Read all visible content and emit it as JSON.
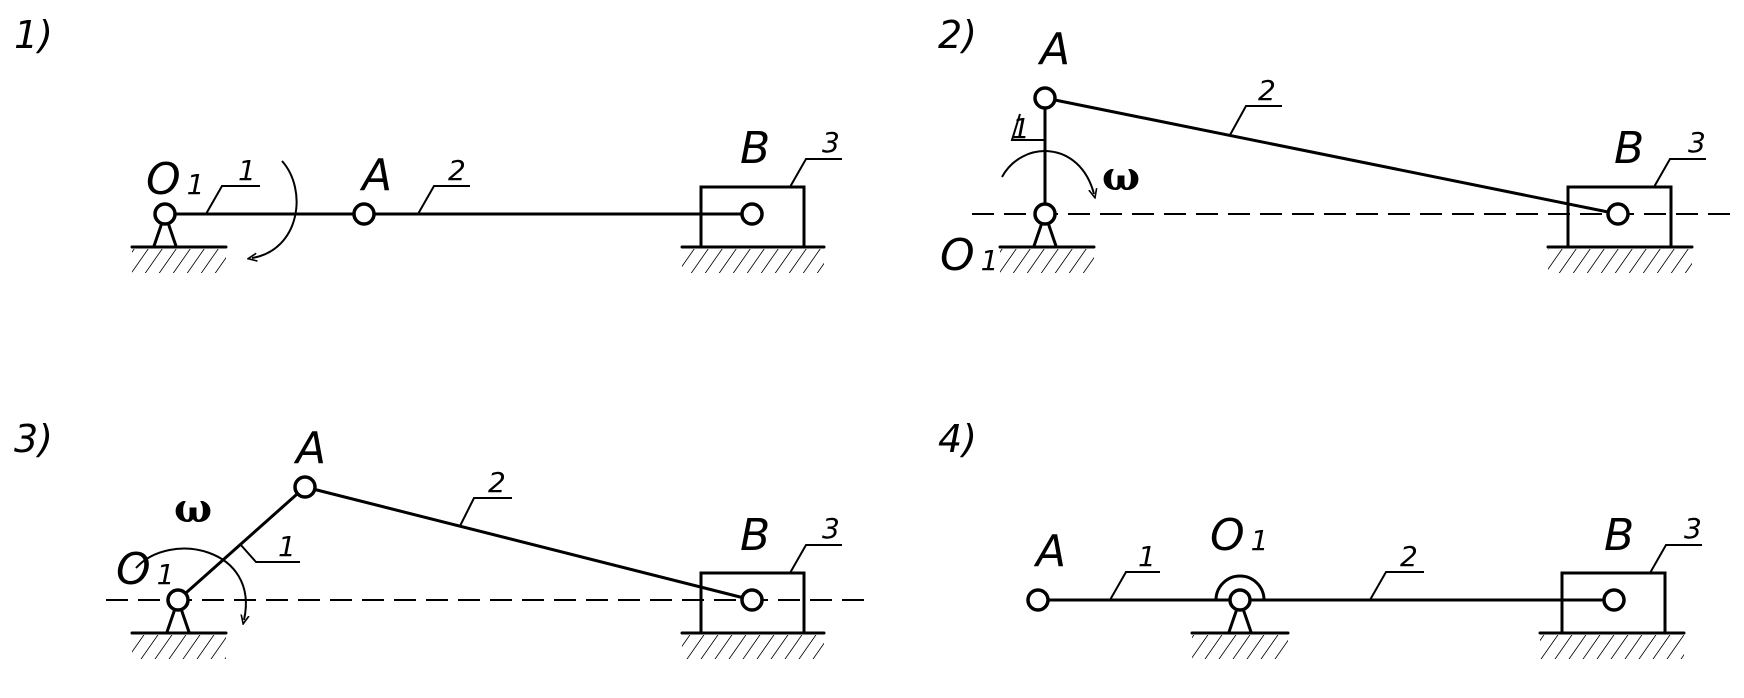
{
  "diagrams": [
    {
      "number": "1)",
      "labels": {
        "o1": "O",
        "o1_sub": "1",
        "a": "A",
        "b": "B",
        "link1": "1",
        "link2": "2",
        "link3": "3"
      }
    },
    {
      "number": "2)",
      "labels": {
        "o1": "O",
        "o1_sub": "1",
        "a": "A",
        "b": "B",
        "link1": "1",
        "link2": "2",
        "link3": "3",
        "omega": "ω"
      }
    },
    {
      "number": "3)",
      "labels": {
        "o1": "O",
        "o1_sub": "1",
        "a": "A",
        "b": "B",
        "link1": "1",
        "link2": "2",
        "link3": "3",
        "omega": "ω"
      }
    },
    {
      "number": "4)",
      "labels": {
        "o1": "O",
        "o1_sub": "1",
        "a": "A",
        "b": "B",
        "link1": "1",
        "link2": "2",
        "link3": "3"
      }
    }
  ],
  "colors": {
    "ink": "#000000",
    "background": "#ffffff"
  }
}
